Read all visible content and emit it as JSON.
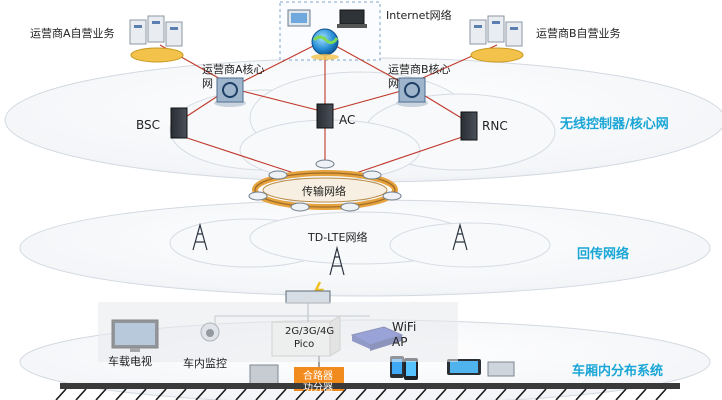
{
  "labels": {
    "operator_a_service": "运营商A自营业务",
    "operator_b_service": "运营商B自营业务",
    "internet": "Internet网络",
    "operator_a_core_line1": "运营商A核心",
    "operator_a_core_line2": "网",
    "operator_b_core_line1": "运营商B核心",
    "operator_b_core_line2": "网",
    "bsc": "BSC",
    "ac": "AC",
    "rnc": "RNC",
    "transport": "传输网络",
    "tdlte": "TD-LTE网络",
    "pico_line1": "2G/3G/4G",
    "pico_line2": "Pico",
    "wifi_line1": "WiFi",
    "wifi_line2": "AP",
    "vehicle_tv": "车载电视",
    "in_car_monitor": "车内监控",
    "combiner": "合路器",
    "splitter": "功分器"
  },
  "layers": {
    "core": "无线控制器/核心网",
    "backhaul": "回传网络",
    "in_car": "车厢内分布系统"
  },
  "colors": {
    "layer_text": "#1aa6d6",
    "link_line": "#c0392b",
    "cloud_fill": "#ffffff",
    "cloud_stroke": "#cfd6de",
    "ring_outer": "#e6a23c",
    "ring_inner": "#9c6b2a",
    "orange_box": "#f28b1e"
  }
}
